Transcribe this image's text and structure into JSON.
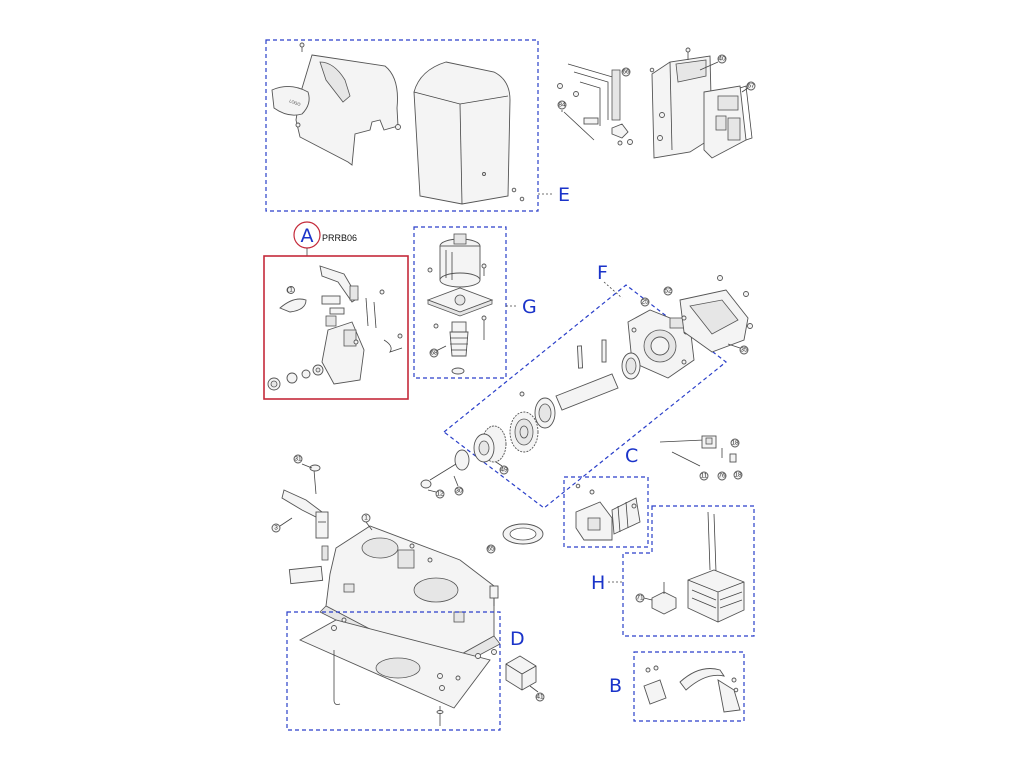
{
  "groups": {
    "A": "A",
    "A_code": "PRRB06",
    "B": "B",
    "C": "C",
    "D": "D",
    "E": "E",
    "F": "F",
    "G": "G",
    "H": "H"
  },
  "callouts": {
    "n1": "1",
    "n1a": "1",
    "n3": "3",
    "n11": "11",
    "n12": "12",
    "n18a": "18",
    "n18b": "18",
    "n25": "25",
    "n30": "30",
    "n31": "31",
    "n35": "35",
    "n40": "40",
    "n41": "41",
    "n49": "49",
    "n52": "52",
    "n65": "65",
    "n66": "66",
    "n67": "67",
    "n68": "68",
    "n71": "71",
    "n76": "76",
    "n84": "84"
  },
  "colors": {
    "group_label": "#1a33c9",
    "group_box": "#2a3fc9",
    "highlight": "#c42a3a"
  }
}
